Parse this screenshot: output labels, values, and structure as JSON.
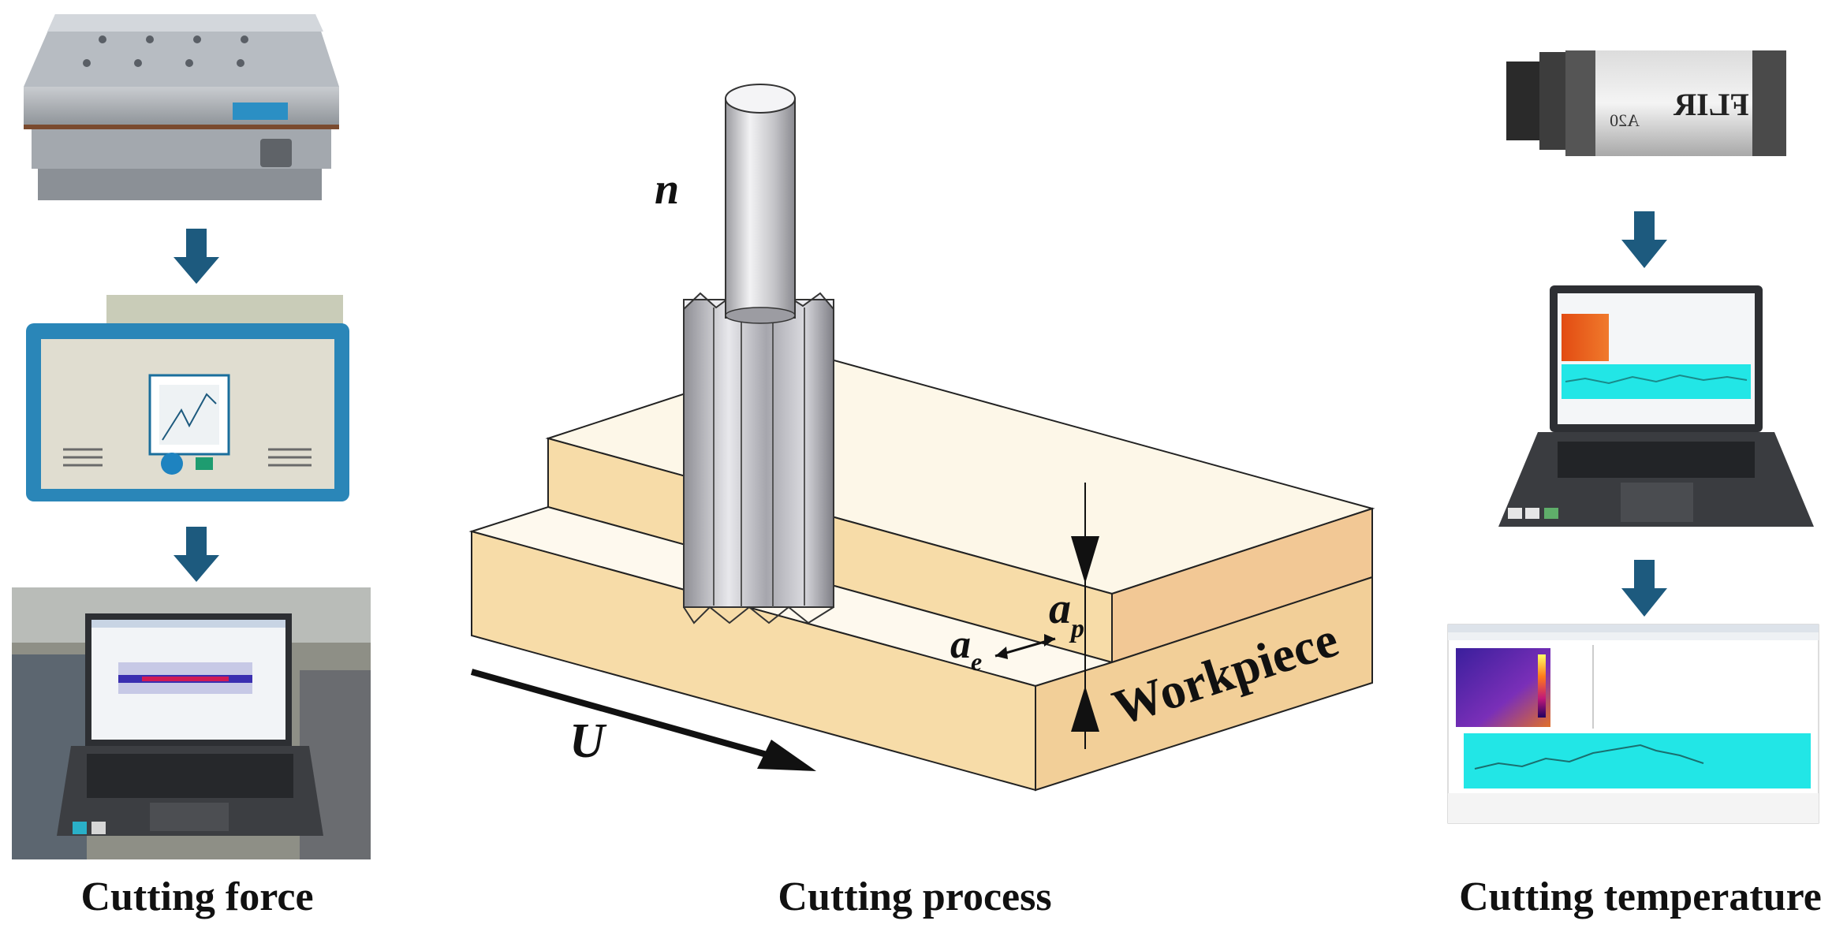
{
  "captions": {
    "force": "Cutting force",
    "process": "Cutting process",
    "temperature": "Cutting temperature"
  },
  "labels": {
    "spindle_speed": "n",
    "feed_velocity": "U",
    "workpiece": "Workpiece",
    "ap_base": "a",
    "ap_sub": "p",
    "ae_base": "a",
    "ae_sub": "e"
  },
  "camera": {
    "brand": "FLIR",
    "model": "A20"
  },
  "colors": {
    "arrow": "#1d5a7e",
    "workpiece_face": "#f2cf98",
    "workpiece_top": "#fdf7e8",
    "tool": "#b8b8bc",
    "thermal_bar": "#22e6e6"
  }
}
